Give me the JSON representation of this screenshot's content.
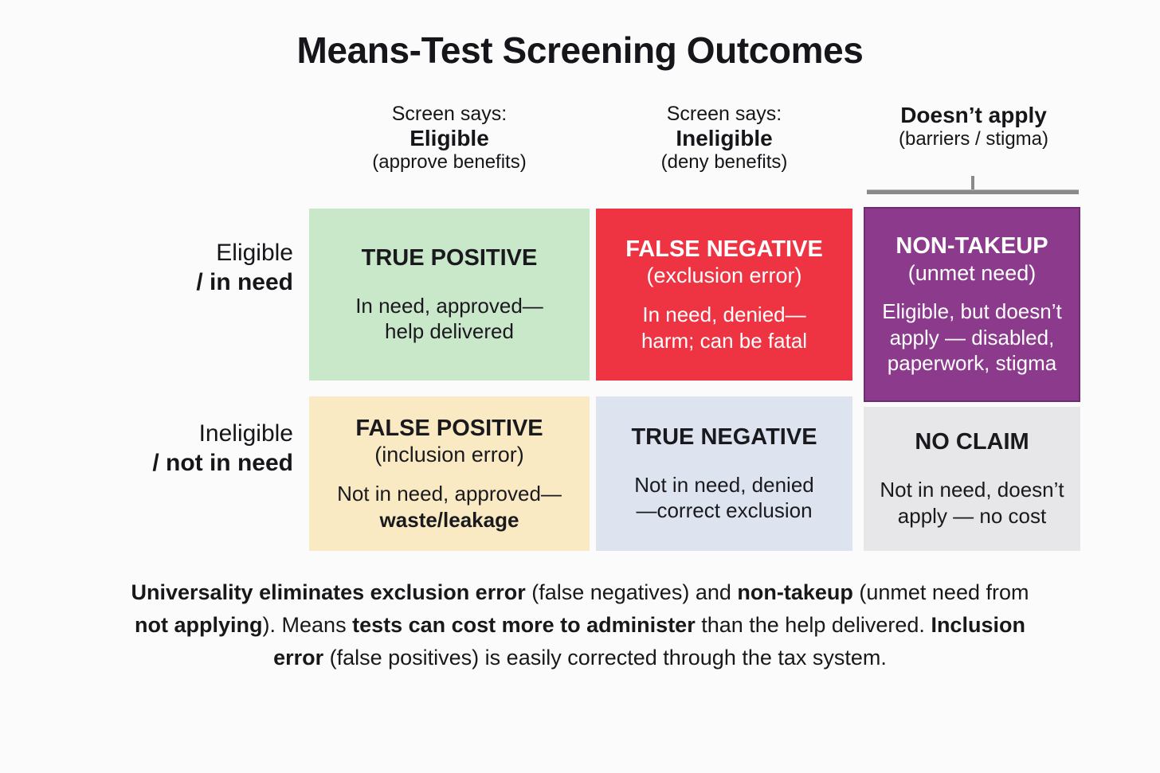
{
  "title": "Means-Test Screening Outcomes",
  "columns": [
    {
      "prefix": "Screen says:",
      "name": "Eligible",
      "note": "(approve benefits)"
    },
    {
      "prefix": "Screen says:",
      "name": "Ineligible",
      "note": "(deny benefits)"
    },
    {
      "prefix": "",
      "name": "Doesn’t apply",
      "note": "(barriers / stigma)"
    }
  ],
  "rows": [
    {
      "top": "Eligible",
      "bottom": "/ in need"
    },
    {
      "top": "Ineligible",
      "bottom": "/ not in need"
    }
  ],
  "cells": {
    "true_positive": {
      "title": "TRUE POSITIVE",
      "subtitle": "",
      "body_line1": "In need, approved—",
      "body_line2": "help delivered",
      "bg": "#c9e7c9",
      "fg": "#1a1a1e"
    },
    "false_negative": {
      "title": "FALSE NEGATIVE",
      "subtitle": "(exclusion error)",
      "body_line1": "In need, denied—",
      "body_line2": "harm; can be fatal",
      "bg": "#ee3442",
      "fg": "#ffffff"
    },
    "non_takeup": {
      "title": "NON-TAKEUP",
      "subtitle": "(unmet need)",
      "body_line1": "Eligible, but doesn’t",
      "body_line2": "apply — disabled,",
      "body_line3": "paperwork, stigma",
      "bg": "#8b3a8c",
      "fg": "#ffffff"
    },
    "false_positive": {
      "title": "FALSE POSITIVE",
      "subtitle": "(inclusion error)",
      "body_line1": "Not in need, approved—",
      "body_line2_bold": "waste/leakage",
      "bg": "#faeac3",
      "fg": "#1a1a1e"
    },
    "true_negative": {
      "title": "TRUE NEGATIVE",
      "subtitle": "",
      "body_line1": "Not in need, denied",
      "body_line2": "—correct exclusion",
      "bg": "#dde4ef",
      "fg": "#1a1a1e"
    },
    "no_claim": {
      "title": "NO CLAIM",
      "subtitle": "",
      "body_line1": "Not in need, doesn’t",
      "body_line2": "apply — no cost",
      "bg": "#e7e6e8",
      "fg": "#1a1a1e"
    }
  },
  "footer": {
    "s1_bold": "Universality eliminates exclusion error",
    "s2": " (false negatives) and ",
    "s3_bold": "non-takeup",
    "s4": " (unmet need from ",
    "s5_bold": "not applying",
    "s6": "). Means ",
    "s7_bold": "tests can cost more to administer",
    "s8": " than the help delivered. ",
    "s9_bold": "Inclusion error",
    "s10": " (false positives) is easily corrected through the tax system."
  }
}
